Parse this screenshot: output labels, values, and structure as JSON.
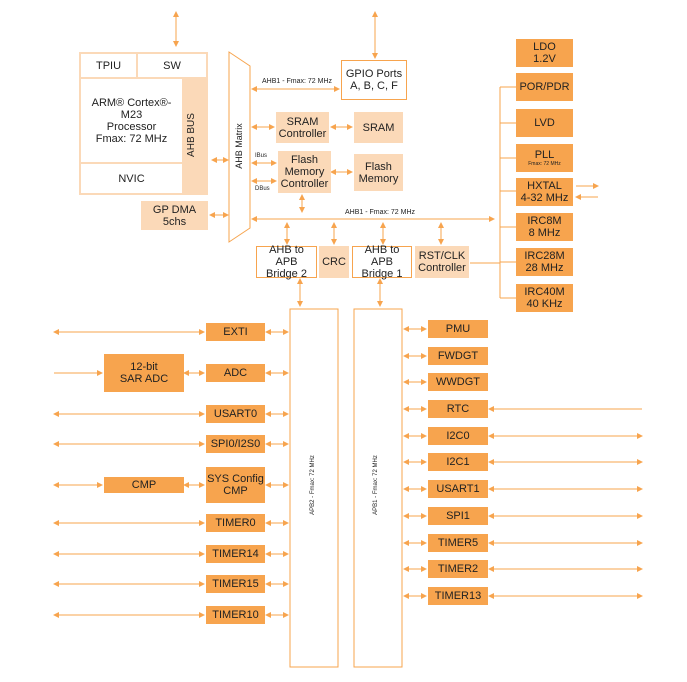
{
  "colors": {
    "accent": "#f7a44e",
    "light": "#fbd9b8",
    "line": "#f7a44e"
  },
  "core": {
    "tpiu": "TPIU",
    "sw": "SW",
    "processor": "ARM® Cortex®-M23\nProcessor\nFmax: 72 MHz",
    "nvic": "NVIC",
    "ahb_bus": "AHB BUS"
  },
  "gp_dma": "GP DMA\n5chs",
  "ahb_matrix": "AHB Matrix",
  "ahb1_top_label": "AHB1 - Fmax: 72 MHz",
  "ahb1_mid_label": "AHB1 - Fmax: 72 MHz",
  "gpio": "GPIO Ports\nA, B, C, F",
  "sram_controller": "SRAM\nController",
  "sram": "SRAM",
  "ibus": "IBus",
  "dbus": "DBus",
  "flash_controller": "Flash\nMemory\nController",
  "flash_memory": "Flash\nMemory",
  "bridge2": "AHB to APB\nBridge 2",
  "crc": "CRC",
  "bridge1": "AHB to APB\nBridge 1",
  "rst_clk": "RST/CLK\nController",
  "clock_blocks": {
    "ldo": "LDO\n1.2V",
    "por": "POR/PDR",
    "lvd": "LVD",
    "pll": "PLL",
    "pll_sub": "Fmax: 72 MHz",
    "hxtal": "HXTAL\n4-32 MHz",
    "irc8m": "IRC8M\n8 MHz",
    "irc28m": "IRC28M\n28 MHz",
    "irc40m": "IRC40M\n40 KHz"
  },
  "apb2_label": "APB2 - Fmax: 72 MHz",
  "apb1_label": "APB1 - Fmax: 72 MHz",
  "adc_block": "12-bit\nSAR ADC",
  "cmp_block": "CMP",
  "left_periph": {
    "exti": "EXTI",
    "adc": "ADC",
    "usart0": "USART0",
    "spi0": "SPI0/I2S0",
    "syscfg": "SYS Config\nCMP",
    "timer0": "TIMER0",
    "timer14": "TIMER14",
    "timer15": "TIMER15",
    "timer10": "TIMER10"
  },
  "right_periph": {
    "pmu": "PMU",
    "fwdgt": "FWDGT",
    "wwdgt": "WWDGT",
    "rtc": "RTC",
    "i2c0": "I2C0",
    "i2c1": "I2C1",
    "usart1": "USART1",
    "spi1": "SPI1",
    "timer5": "TIMER5",
    "timer2": "TIMER2",
    "timer13": "TIMER13"
  }
}
